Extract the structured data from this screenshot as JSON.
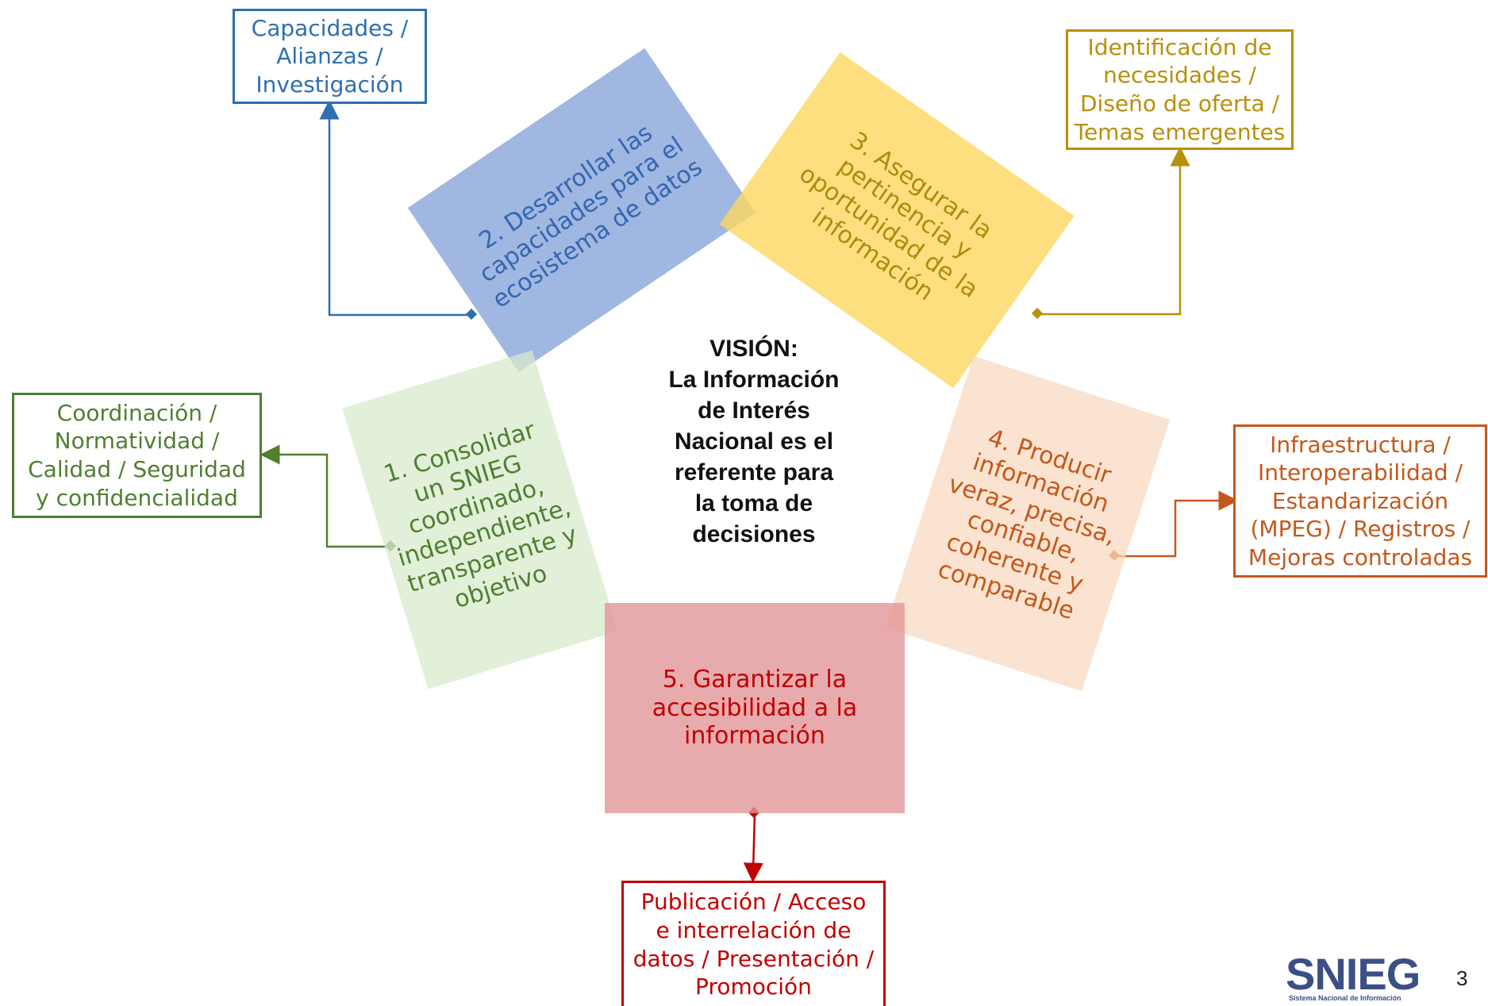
{
  "vision": {
    "lines": [
      "VISIÓN:",
      "La Información",
      "de Interés",
      "Nacional es el",
      "referente para",
      "la toma de",
      "decisiones"
    ]
  },
  "pillars": [
    {
      "id": "p1",
      "text": [
        "1.  Consolidar",
        "un SNIEG",
        "coordinado,",
        "independiente,",
        "transparente y",
        "objetivo"
      ],
      "color": "#4f7f2f",
      "fill": "#d8eacc"
    },
    {
      "id": "p2",
      "text": [
        "2.  Desarrollar las",
        "capacidades para el",
        "ecosistema de datos"
      ],
      "color": "#3566b0",
      "fill": "#8eaadc"
    },
    {
      "id": "p3",
      "text": [
        "3.  Asegurar la",
        "pertinencia y",
        "oportunidad de la",
        "información"
      ],
      "color": "#b08a10",
      "fill": "#fed75f"
    },
    {
      "id": "p4",
      "text": [
        "4.  Producir",
        "información",
        "veraz, precisa,",
        "confiable,",
        "coherente y",
        "comparable"
      ],
      "color": "#c4581a",
      "fill": "#f9d9c2"
    },
    {
      "id": "p5",
      "text": [
        "5.  Garantizar la",
        "accesibilidad a la",
        "información"
      ],
      "color": "#c00000",
      "fill": "#e49c9d"
    }
  ],
  "boxes": [
    {
      "id": "b1",
      "lines": [
        "Coordinación /",
        "Normatividad /",
        "Calidad / Seguridad",
        "y confidencialidad"
      ],
      "color": "#4f7f2f"
    },
    {
      "id": "b2",
      "lines": [
        "Capacidades /",
        "Alianzas /",
        "Investigación"
      ],
      "color": "#2e6fb0"
    },
    {
      "id": "b3",
      "lines": [
        "Identificación de",
        "necesidades /",
        "Diseño de oferta /",
        "Temas emergentes"
      ],
      "color": "#b8900a"
    },
    {
      "id": "b4",
      "lines": [
        "Infraestructura /",
        "Interoperabilidad /",
        "Estandarización",
        "(MPEG)  / Registros /",
        "Mejoras controladas"
      ],
      "color": "#c4581a"
    },
    {
      "id": "b5",
      "lines": [
        "Publicación / Acceso",
        "e interrelación de",
        "datos / Presentación /",
        "Promoción"
      ],
      "color": "#c00000"
    }
  ],
  "logo": {
    "text": "SNIEG",
    "subtitle": "Sistema Nacional de Información"
  },
  "page_number": "3"
}
